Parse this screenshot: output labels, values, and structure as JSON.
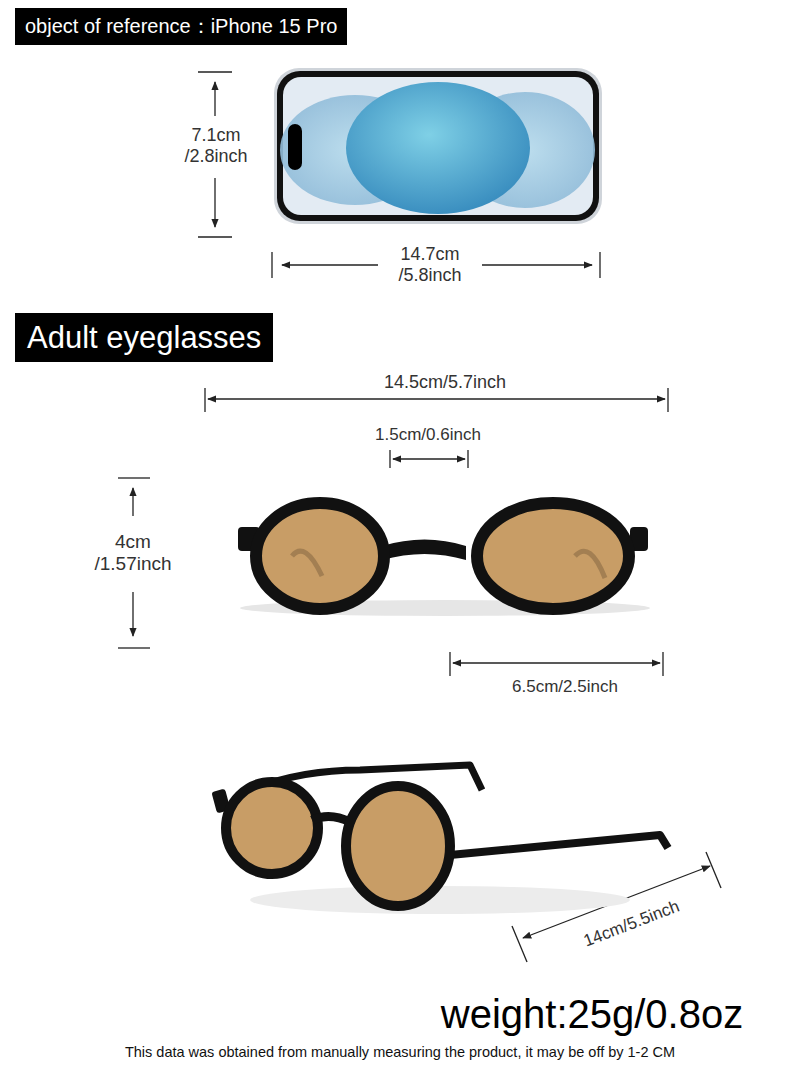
{
  "diagram": {
    "nodes": [
      {
        "text": [
          "object of reference：iPhone 15 Pro"
        ]
      },
      {
        "text": [
          "Adult eyeglasses"
        ]
      }
    ],
    "labels": [
      "7.1cm /2.8inch",
      "14.7cm /5.8inch",
      "14.5cm/5.7inch",
      "1.5cm/0.6inch",
      "4cm /1.57inch",
      "6.5cm/2.5inch",
      "14cm/5.5inch",
      "weight:25g/0.8oz",
      "This data was obtained from manually measuring the product, it may be off by 1-2 CM"
    ]
  }
}
